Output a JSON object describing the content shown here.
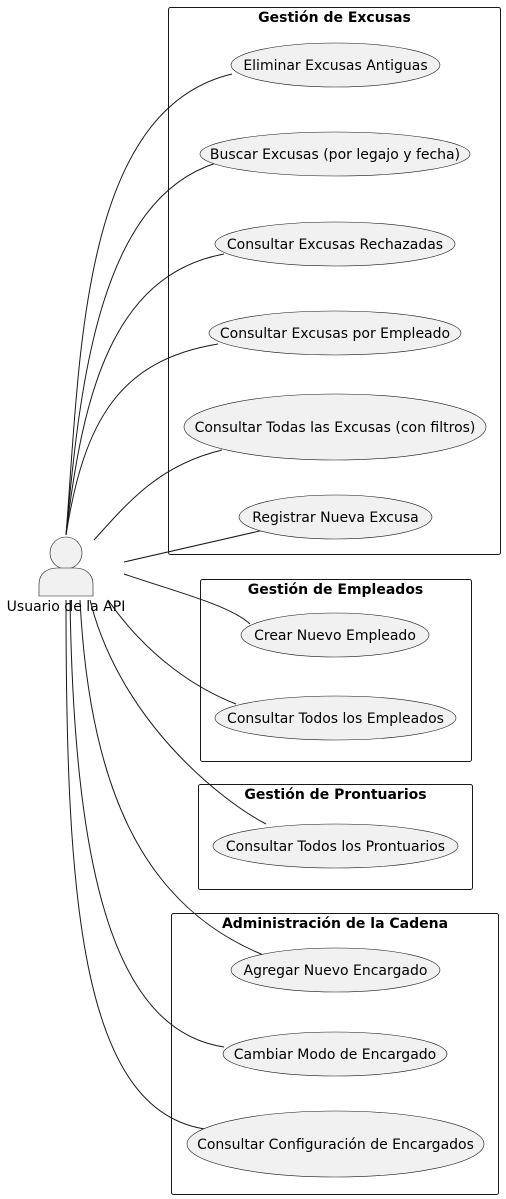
{
  "actor": {
    "name": "Usuario de la API"
  },
  "packages": {
    "excusas": {
      "title": "Gestión de Excusas",
      "use_cases": [
        "Eliminar Excusas Antiguas",
        "Buscar Excusas (por legajo y fecha)",
        "Consultar Excusas Rechazadas",
        "Consultar Excusas por Empleado",
        "Consultar Todas las Excusas (con filtros)",
        "Registrar Nueva Excusa"
      ]
    },
    "empleados": {
      "title": "Gestión de Empleados",
      "use_cases": [
        "Crear Nuevo Empleado",
        "Consultar Todos los Empleados"
      ]
    },
    "prontuarios": {
      "title": "Gestión de Prontuarios",
      "use_cases": [
        "Consultar Todos los Prontuarios"
      ]
    },
    "cadena": {
      "title": "Administración de la Cadena",
      "use_cases": [
        "Agregar Nuevo Encargado",
        "Cambiar Modo de Encargado",
        "Consultar Configuración de Encargados"
      ]
    }
  },
  "colors": {
    "ellipse_fill": "#f1f1f1",
    "stroke": "#181818",
    "background": "#ffffff"
  }
}
